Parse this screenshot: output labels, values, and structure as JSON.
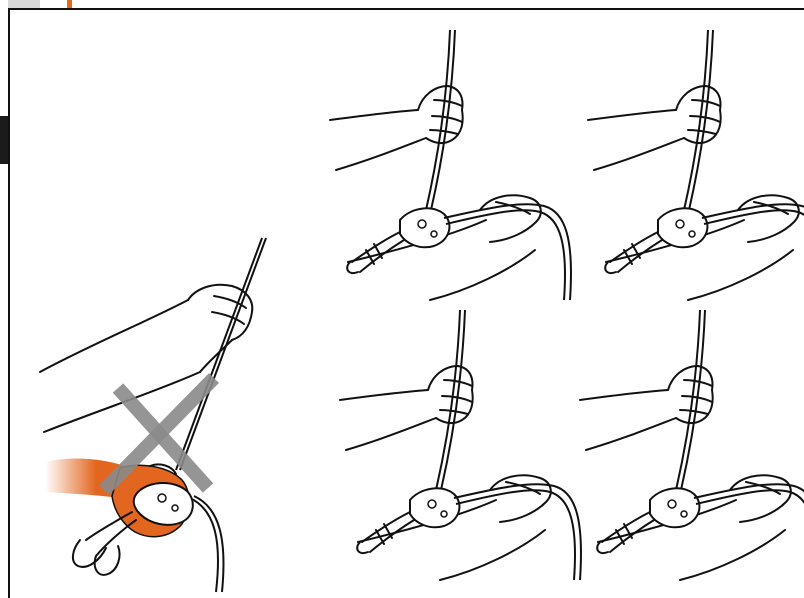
{
  "illustration": {
    "panels": [
      {
        "id": "incorrect",
        "status": "incorrect-technique",
        "mark": "cross"
      },
      {
        "id": "step-1"
      },
      {
        "id": "step-2"
      },
      {
        "id": "step-3"
      },
      {
        "id": "step-4"
      }
    ],
    "colors": {
      "glove": "#e2661f",
      "cross": "#8a8a8a",
      "line": "#111111",
      "frame": "#111111"
    },
    "icons": [
      "hand-icon",
      "rope-icon",
      "descender-device-icon",
      "cross-mark-icon"
    ]
  }
}
